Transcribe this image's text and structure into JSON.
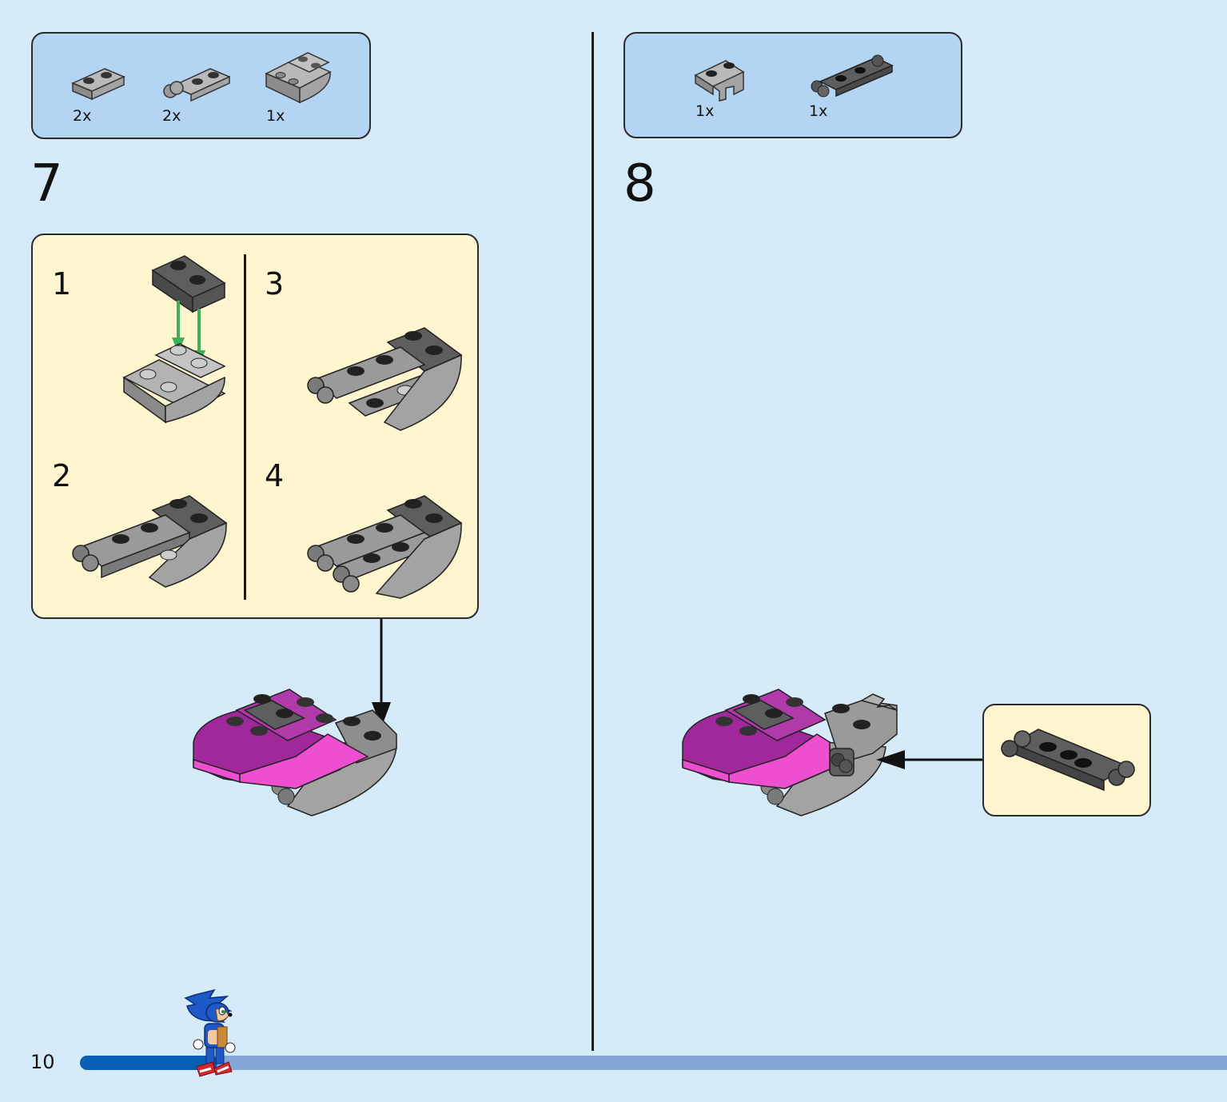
{
  "page": {
    "number": "10"
  },
  "progress": {
    "fraction": 0.12,
    "fill_color": "#0a5fb4",
    "track_color": "#84a6d8"
  },
  "colors": {
    "background": "#d6ebf9",
    "parts_box": "#b3d5f3",
    "sub_box": "#fff6cf",
    "light_gray": "#a3a3a3",
    "dark_gray": "#595959",
    "magenta": "#a1289a",
    "pink": "#ee4fd0",
    "arrow_green": "#3fae55"
  },
  "step7": {
    "number": "7",
    "parts": [
      {
        "qty": "2x",
        "icon": "plate-1x2-light-gray-icon"
      },
      {
        "qty": "2x",
        "icon": "plate-1x2-with-clip-light-gray-icon"
      },
      {
        "qty": "1x",
        "icon": "curved-slope-2x2-light-gray-icon"
      }
    ],
    "substeps": [
      {
        "number": "1"
      },
      {
        "number": "2"
      },
      {
        "number": "3"
      },
      {
        "number": "4"
      }
    ]
  },
  "step8": {
    "number": "8",
    "parts": [
      {
        "qty": "1x",
        "icon": "plate-1x2-with-clip-light-gray-icon"
      },
      {
        "qty": "1x",
        "icon": "plate-1x4-with-clips-dark-gray-icon"
      }
    ]
  }
}
